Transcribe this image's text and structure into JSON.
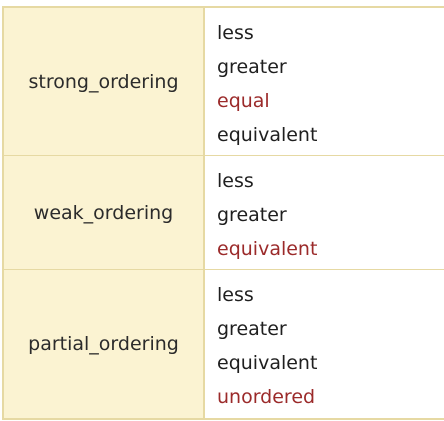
{
  "rows": [
    {
      "type": "strong_ordering",
      "values": [
        {
          "text": "less",
          "highlight": false
        },
        {
          "text": "greater",
          "highlight": false
        },
        {
          "text": "equal",
          "highlight": true
        },
        {
          "text": "equivalent",
          "highlight": false
        }
      ]
    },
    {
      "type": "weak_ordering",
      "values": [
        {
          "text": "less",
          "highlight": false
        },
        {
          "text": "greater",
          "highlight": false
        },
        {
          "text": "equivalent",
          "highlight": true
        }
      ]
    },
    {
      "type": "partial_ordering",
      "values": [
        {
          "text": "less",
          "highlight": false
        },
        {
          "text": "greater",
          "highlight": false
        },
        {
          "text": "equivalent",
          "highlight": false
        },
        {
          "text": "unordered",
          "highlight": true
        }
      ]
    }
  ],
  "colors": {
    "highlight_text": "#9b2a2a",
    "type_cell_bg": "#fbf3d2",
    "border": "#e6d9a3"
  }
}
